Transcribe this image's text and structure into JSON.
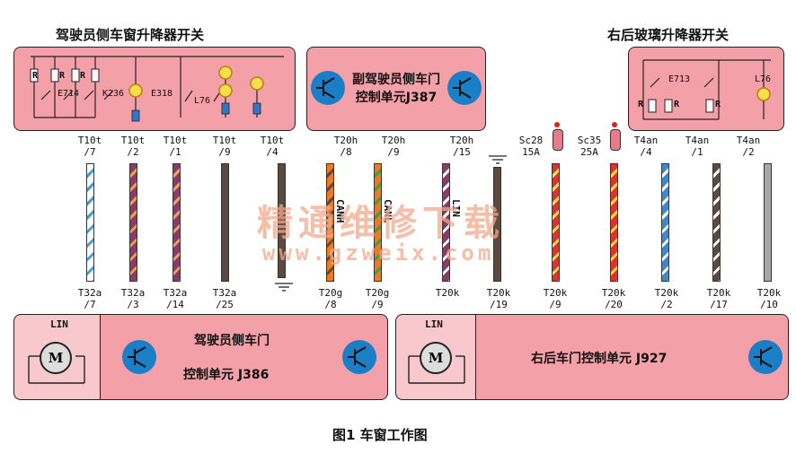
{
  "top": {
    "driver_switch_title": "驾驶员侧车窗升降器开关",
    "passenger_unit_title": "副驾驶员侧车门控制单元J387",
    "rear_switch_title": "右后玻璃升降器开关"
  },
  "driver_switch": {
    "labels": [
      "R",
      "R",
      "R",
      "E714",
      "K236",
      "E318",
      "L76"
    ]
  },
  "rear_switch": {
    "labels": [
      "E713",
      "L76",
      "R",
      "R",
      "R"
    ]
  },
  "pins_top": [
    {
      "a": "T10t",
      "b": "/7"
    },
    {
      "a": "T10t",
      "b": "/2"
    },
    {
      "a": "T10t",
      "b": "/1"
    },
    {
      "a": "T10t",
      "b": "/9"
    },
    {
      "a": "T10t",
      "b": "/4"
    },
    {
      "a": "T20h",
      "b": "/8"
    },
    {
      "a": "T20h",
      "b": "/9"
    },
    {
      "a": "T20h",
      "b": "/15"
    },
    {
      "a": "Sc28",
      "b": "15A"
    },
    {
      "a": "Sc35",
      "b": "25A"
    },
    {
      "a": "T4an",
      "b": "/4"
    },
    {
      "a": "T4an",
      "b": "/1"
    },
    {
      "a": "T4an",
      "b": "/2"
    }
  ],
  "pins_bottom": [
    {
      "a": "T32a",
      "b": "/7"
    },
    {
      "a": "T32a",
      "b": "/3"
    },
    {
      "a": "T32a",
      "b": "/14"
    },
    {
      "a": "T32a",
      "b": "/25"
    },
    {
      "a": "T20g",
      "b": "/8"
    },
    {
      "a": "T20g",
      "b": "/9"
    },
    {
      "a": "T20k",
      "b": "/19"
    },
    {
      "a": "T20k",
      "b": "/9"
    },
    {
      "a": "T20k",
      "b": "/20"
    },
    {
      "a": "T20k",
      "b": "/2"
    },
    {
      "a": "T20k",
      "b": "/17"
    },
    {
      "a": "T20k",
      "b": "/10"
    },
    {
      "a": "T20k",
      "b": ""
    }
  ],
  "wire_labels": [
    "CANH",
    "CANL",
    "LIN"
  ],
  "watermark": {
    "main": "精通维修下载",
    "url": "www.gzweix.com"
  },
  "bottom_units": {
    "left_lin": "LIN",
    "left_motor": "M",
    "left_title_line1": "驾驶员侧车门",
    "left_title_line2": "控制单元 J386",
    "right_lin": "LIN",
    "right_motor": "M",
    "right_title": "右后车门控制单元 J927"
  },
  "caption": "图1 车窗工作图",
  "colors": {
    "box_fill": "#f4a0a8",
    "transistor": "#1b7fc8",
    "lamp": "#f5e04a"
  }
}
